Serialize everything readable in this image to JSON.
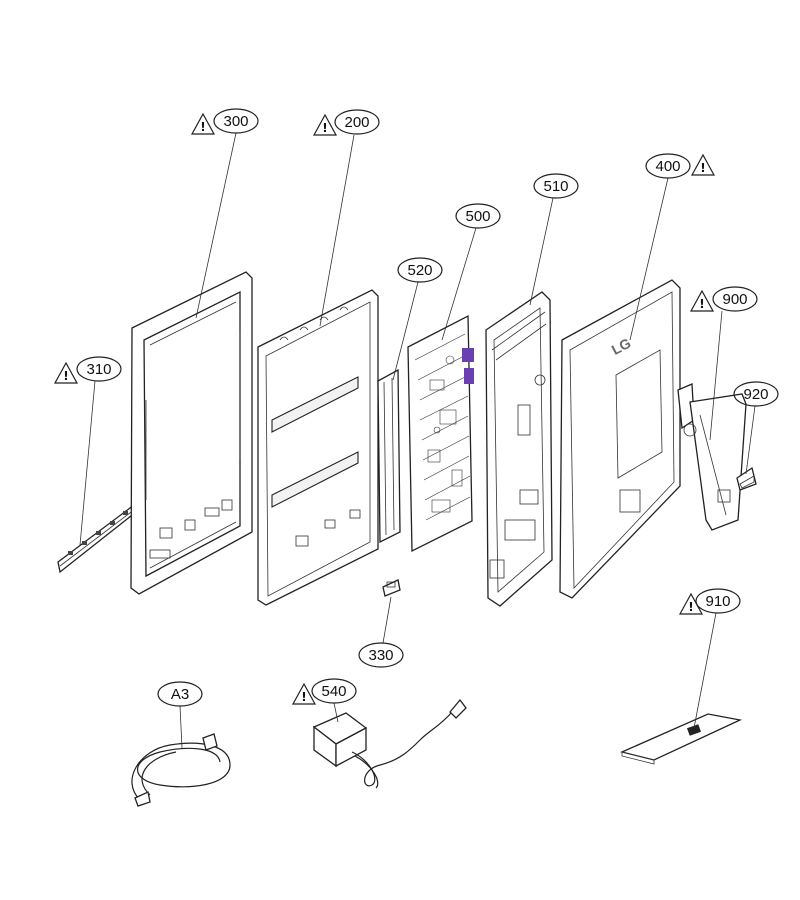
{
  "diagram": {
    "warning_glyph": "!",
    "callouts": [
      {
        "id": "300",
        "label": "300",
        "warning": true
      },
      {
        "id": "200",
        "label": "200",
        "warning": true
      },
      {
        "id": "310",
        "label": "310",
        "warning": true
      },
      {
        "id": "500",
        "label": "500",
        "warning": false
      },
      {
        "id": "520",
        "label": "520",
        "warning": false
      },
      {
        "id": "510",
        "label": "510",
        "warning": false
      },
      {
        "id": "400",
        "label": "400",
        "warning": true
      },
      {
        "id": "900",
        "label": "900",
        "warning": true
      },
      {
        "id": "920",
        "label": "920",
        "warning": false
      },
      {
        "id": "330",
        "label": "330",
        "warning": false
      },
      {
        "id": "910",
        "label": "910",
        "warning": true
      },
      {
        "id": "A3",
        "label": "A3",
        "warning": false
      },
      {
        "id": "540",
        "label": "540",
        "warning": true
      }
    ],
    "logo_text": "LG",
    "colors": {
      "line": "#222222",
      "pcb_accent": "#6a3fb0",
      "pcb_blue": "#3a4a9a",
      "background": "#ffffff"
    }
  }
}
